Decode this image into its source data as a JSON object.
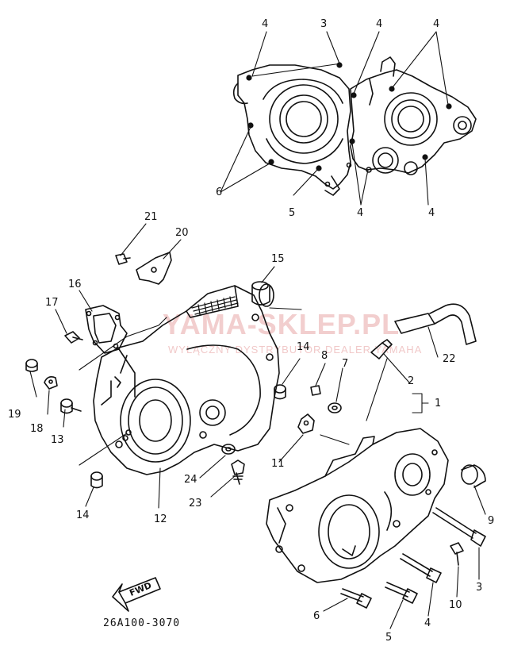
{
  "diagram": {
    "part_code": "26A100-3070",
    "fwd_label": "FWD",
    "watermark": {
      "brand": "YAMA-SKLEP.PL",
      "tagline": "WYŁĄCZNY DYSTRYBUTOR DEALER YAMAHA"
    },
    "callouts": [
      {
        "id": "c4a",
        "text": "4"
      },
      {
        "id": "c3a",
        "text": "3"
      },
      {
        "id": "c4b",
        "text": "4"
      },
      {
        "id": "c4c",
        "text": "4"
      },
      {
        "id": "c6a",
        "text": "6"
      },
      {
        "id": "c5a",
        "text": "5"
      },
      {
        "id": "c4d",
        "text": "4"
      },
      {
        "id": "c4e",
        "text": "4"
      },
      {
        "id": "c21",
        "text": "21"
      },
      {
        "id": "c20",
        "text": "20"
      },
      {
        "id": "c15",
        "text": "15"
      },
      {
        "id": "c16",
        "text": "16"
      },
      {
        "id": "c17",
        "text": "17"
      },
      {
        "id": "c14a",
        "text": "14"
      },
      {
        "id": "c8",
        "text": "8"
      },
      {
        "id": "c7",
        "text": "7"
      },
      {
        "id": "c22",
        "text": "22"
      },
      {
        "id": "c2",
        "text": "2"
      },
      {
        "id": "c1",
        "text": "1"
      },
      {
        "id": "c19",
        "text": "19"
      },
      {
        "id": "c18",
        "text": "18"
      },
      {
        "id": "c13",
        "text": "13"
      },
      {
        "id": "c11",
        "text": "11"
      },
      {
        "id": "c24",
        "text": "24"
      },
      {
        "id": "c23",
        "text": "23"
      },
      {
        "id": "c9",
        "text": "9"
      },
      {
        "id": "c14b",
        "text": "14"
      },
      {
        "id": "c12",
        "text": "12"
      },
      {
        "id": "c3b",
        "text": "3"
      },
      {
        "id": "c10",
        "text": "10"
      },
      {
        "id": "c6b",
        "text": "6"
      },
      {
        "id": "c4f",
        "text": "4"
      },
      {
        "id": "c5b",
        "text": "5"
      }
    ]
  }
}
